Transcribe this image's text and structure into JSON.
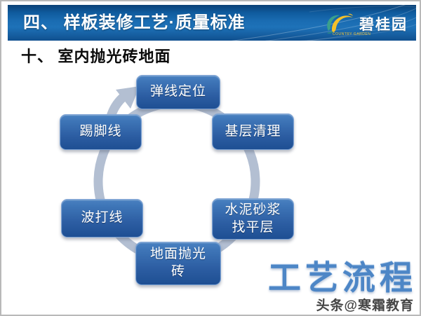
{
  "header": {
    "title": "四、 样板装修工艺·质量标准",
    "logo": {
      "name": "碧桂园",
      "subtext": "COUNTRY GARDEN",
      "icon": "phoenix-swirl-icon"
    }
  },
  "subtitle": "十、 室内抛光砖地面",
  "diagram": {
    "type": "circular-flow",
    "direction": "clockwise",
    "caption": "工艺流程",
    "steps": [
      {
        "label": [
          "弹线定位"
        ]
      },
      {
        "label": [
          "基层清理"
        ]
      },
      {
        "label": [
          "水泥砂浆",
          "找平层"
        ]
      },
      {
        "label": [
          "地面抛光",
          "砖"
        ]
      },
      {
        "label": [
          "波打线"
        ]
      },
      {
        "label": [
          "踢脚线"
        ]
      }
    ]
  },
  "watermark": "头条@寒霜教育",
  "colors": {
    "header_blue": "#15629f",
    "box_gradient_top": "#3e75b7",
    "box_gradient_bottom": "#1e4f93",
    "ring_gray_blue": "#b3bfd2",
    "caption_blue": "#4d86c6",
    "logo_yellow": "#f5c02a",
    "logo_teal": "#3aa08c"
  }
}
